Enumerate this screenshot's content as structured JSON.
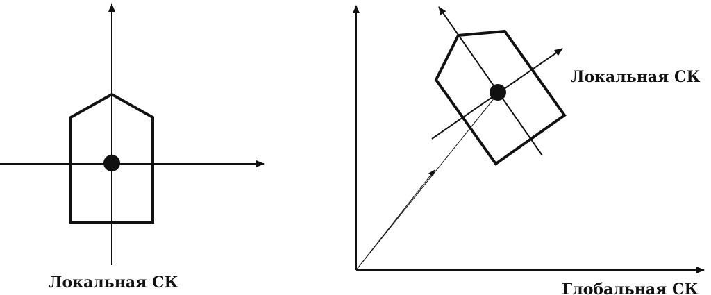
{
  "labels": {
    "local_left": "Локальная СК",
    "local_right": "Локальная СК",
    "global": "Глобальная СК"
  },
  "colors": {
    "stroke": "#111111",
    "background": "#ffffff"
  }
}
